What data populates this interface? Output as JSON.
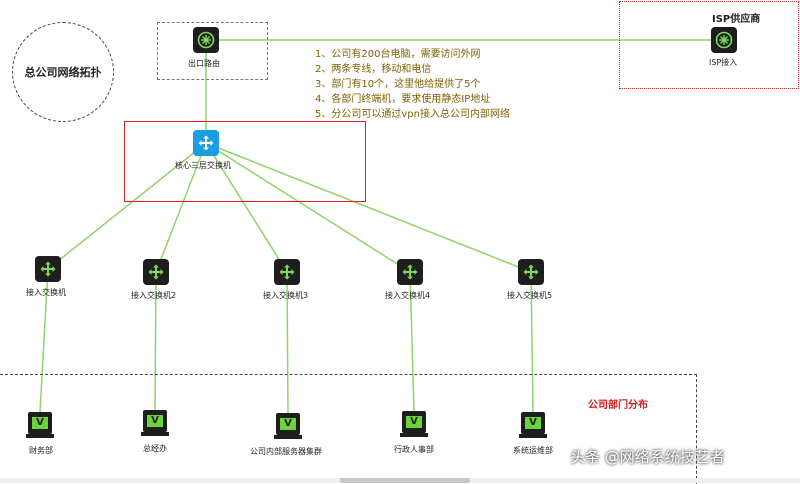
{
  "colors": {
    "link": "#8fd36a",
    "accent_red": "#e02020",
    "device_dark": "#1e1e1e",
    "device_blue": "#1a9ee0",
    "screen_green": "#6ad43a",
    "notes_text": "#806000"
  },
  "diagram": {
    "title": "总公司网络拓扑",
    "isp_region_title": "ISP供应商",
    "dept_region_title": "公司部门分布"
  },
  "nodes": {
    "router": {
      "label": "出口路由",
      "icon": "router-icon"
    },
    "isp": {
      "label": "ISP接入",
      "icon": "router-icon"
    },
    "core": {
      "label": "核心三层交换机",
      "icon": "switch-icon"
    },
    "sw1": {
      "label": "接入交换机",
      "icon": "switch-icon"
    },
    "sw2": {
      "label": "接入交换机2",
      "icon": "switch-icon"
    },
    "sw3": {
      "label": "接入交换机3",
      "icon": "switch-icon"
    },
    "sw4": {
      "label": "接入交换机4",
      "icon": "switch-icon"
    },
    "sw5": {
      "label": "接入交换机5",
      "icon": "switch-icon"
    },
    "d1": {
      "label": "财务部",
      "icon": "terminal-icon",
      "glyph": "V"
    },
    "d2": {
      "label": "总经办",
      "icon": "terminal-icon",
      "glyph": "V"
    },
    "d3": {
      "label": "公司内部服务器集群",
      "icon": "terminal-icon",
      "glyph": "V"
    },
    "d4": {
      "label": "行政人事部",
      "icon": "terminal-icon",
      "glyph": "V"
    },
    "d5": {
      "label": "系统运维部",
      "icon": "terminal-icon",
      "glyph": "V"
    }
  },
  "edges": [
    [
      "router",
      "isp"
    ],
    [
      "router",
      "core"
    ],
    [
      "core",
      "sw1"
    ],
    [
      "core",
      "sw2"
    ],
    [
      "core",
      "sw3"
    ],
    [
      "core",
      "sw4"
    ],
    [
      "core",
      "sw5"
    ],
    [
      "sw1",
      "d1"
    ],
    [
      "sw2",
      "d2"
    ],
    [
      "sw3",
      "d3"
    ],
    [
      "sw4",
      "d4"
    ],
    [
      "sw5",
      "d5"
    ]
  ],
  "requirements": [
    "1、公司有200台电脑，需要访问外网",
    "2、两条专线，移动和电信",
    "3、部门有10个，这里他给提供了5个",
    "4、各部门终端机，要求使用静态IP地址",
    "5、分公司可以通过vpn接入总公司内部网络"
  ],
  "watermark": "头条 @网络系统技艺者"
}
